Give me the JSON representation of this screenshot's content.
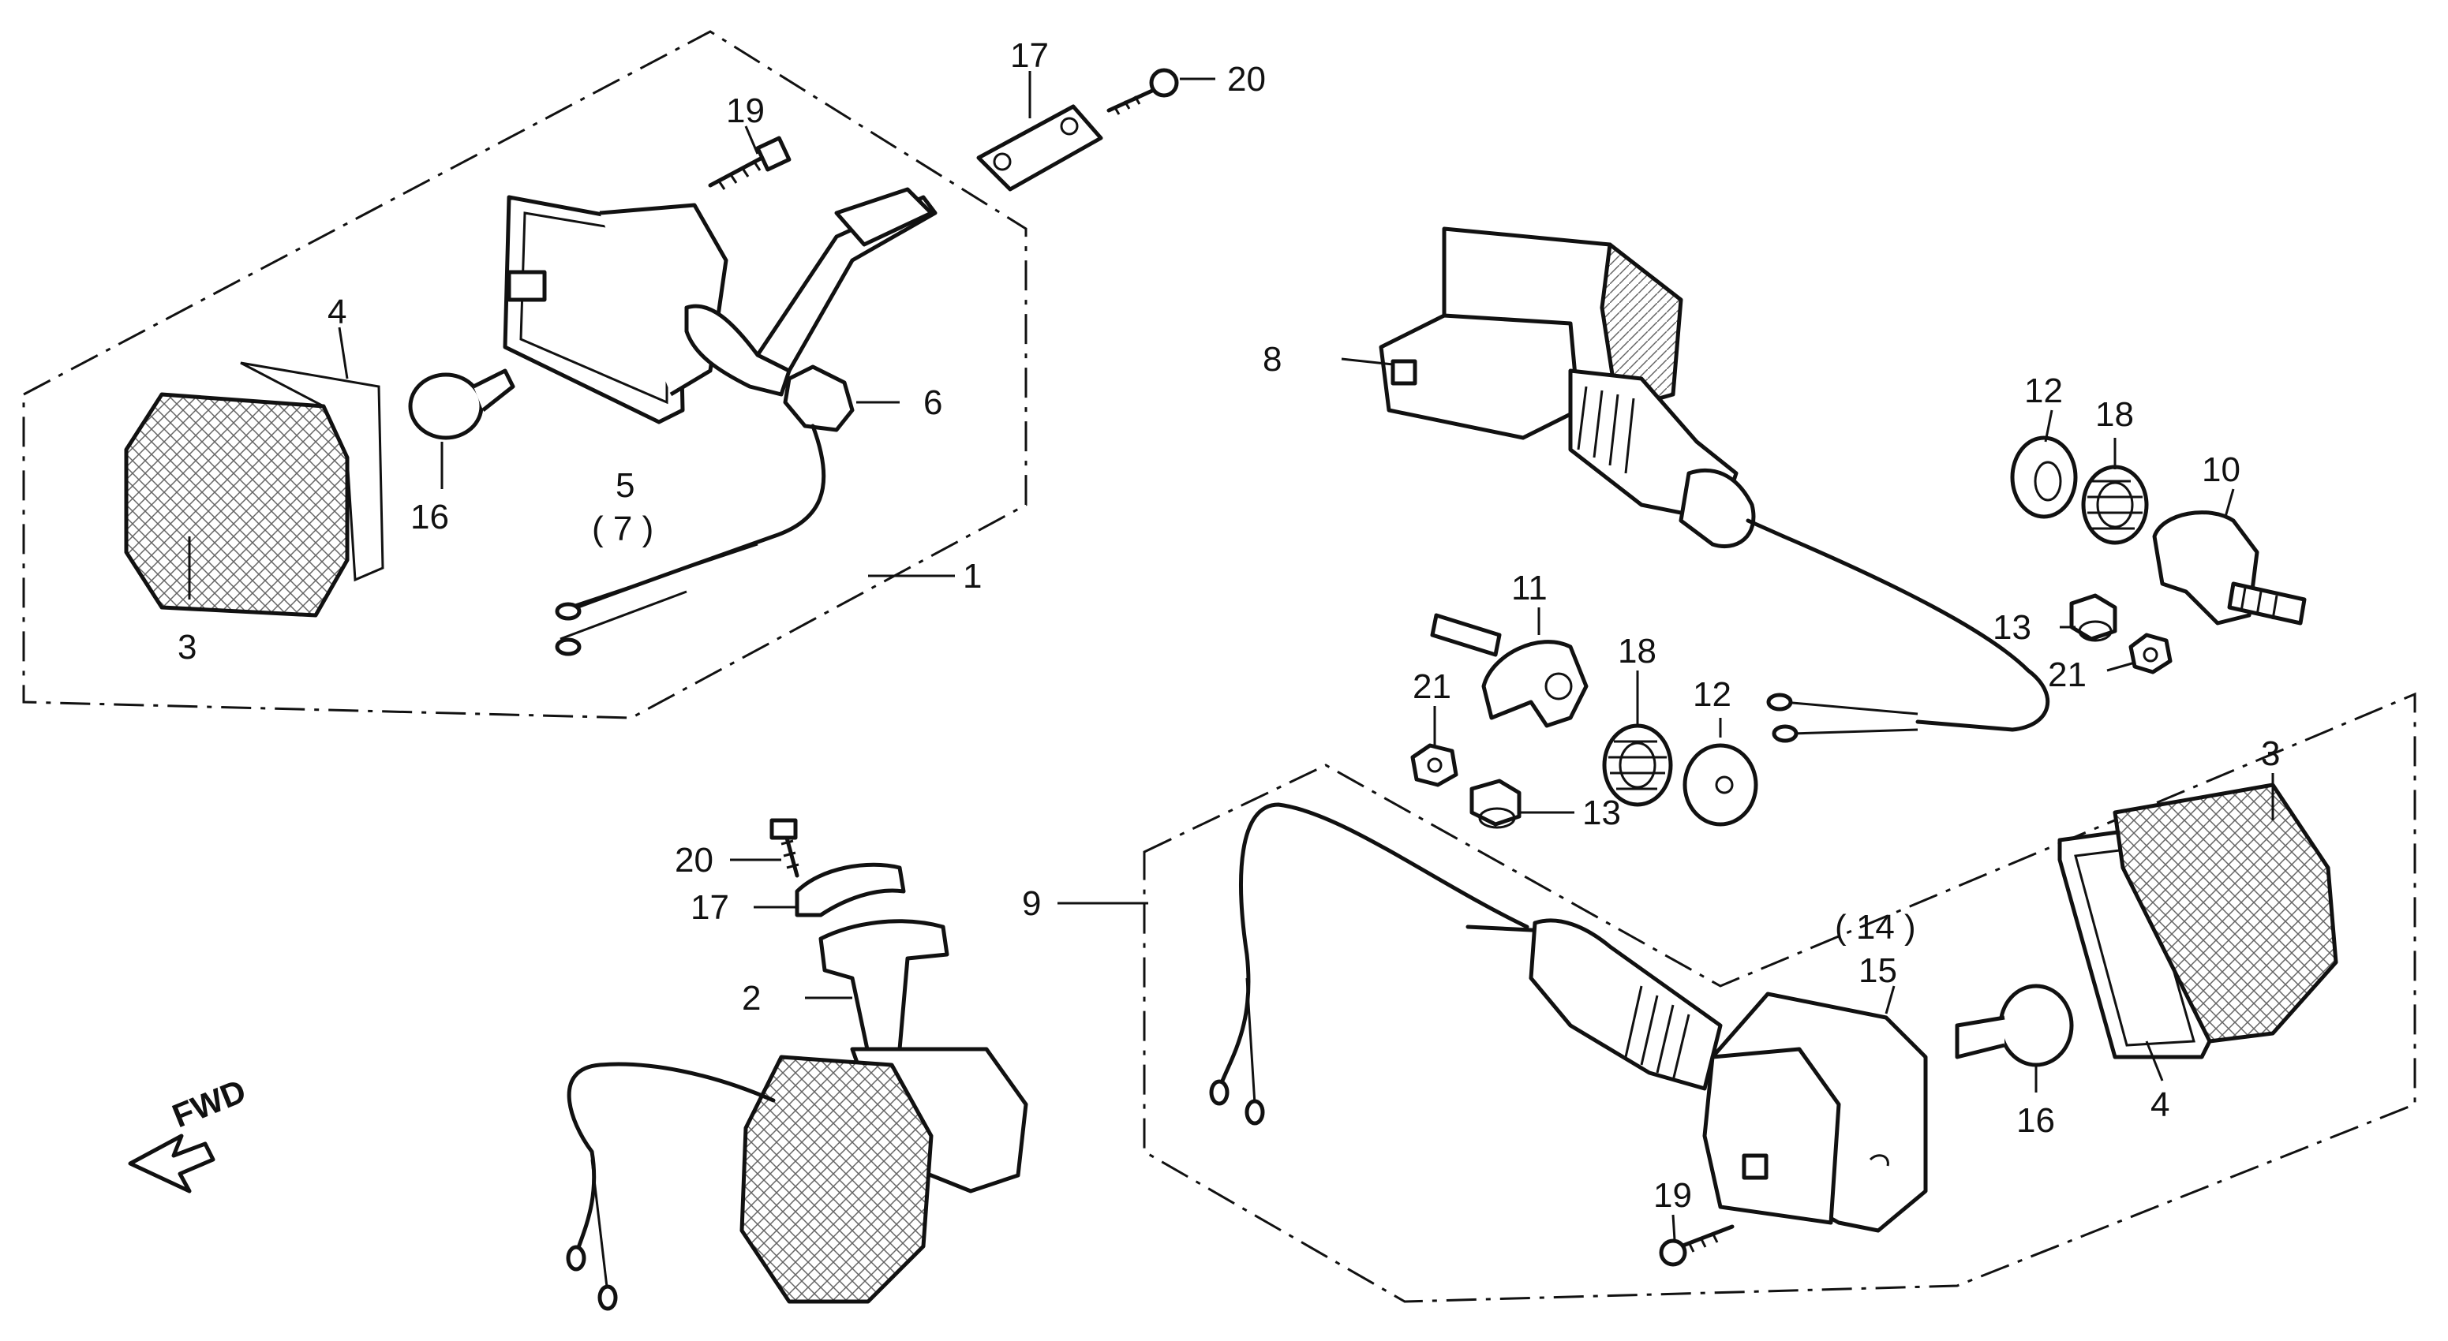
{
  "diagram": {
    "fwd_label": "FWD",
    "callouts": {
      "c1": "1",
      "c2": "2",
      "c3a": "3",
      "c3b": "3",
      "c4a": "4",
      "c4b": "4",
      "c5": "5",
      "c7": "( 7 )",
      "c6": "6",
      "c8": "8",
      "c9": "9",
      "c10": "10",
      "c11": "11",
      "c12a": "12",
      "c12b": "12",
      "c13a": "13",
      "c13b": "13",
      "c14": "( 14 )",
      "c15": "15",
      "c16a": "16",
      "c16b": "16",
      "c17a": "17",
      "c17b": "17",
      "c18a": "18",
      "c18b": "18",
      "c19a": "19",
      "c19b": "19",
      "c20a": "20",
      "c20b": "20",
      "c21a": "21",
      "c21b": "21"
    }
  }
}
